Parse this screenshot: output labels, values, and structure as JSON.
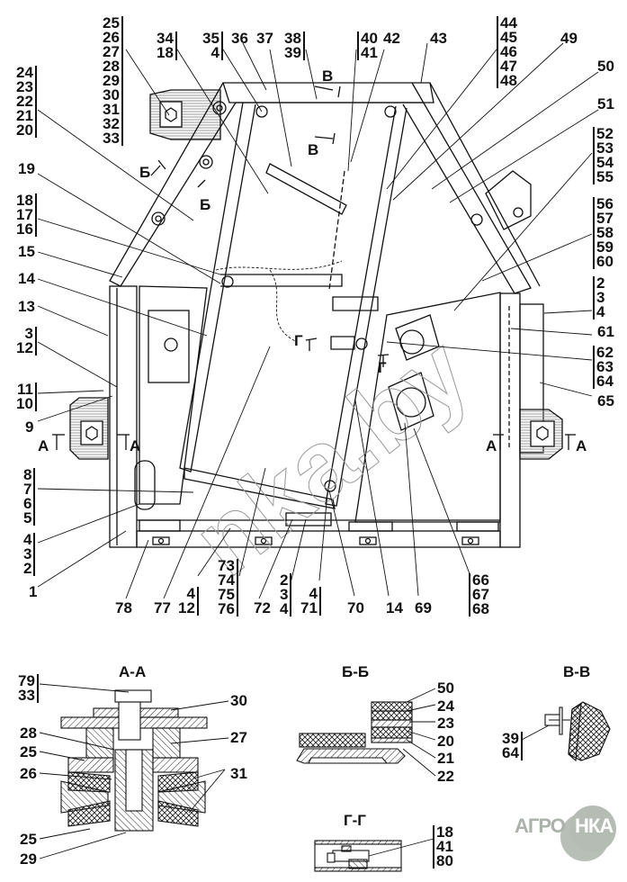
{
  "diagram": {
    "type": "exploded-parts-drawing",
    "subject": "cab frame assembly",
    "watermark": "nka.by",
    "logo": {
      "left": "АГРО",
      "right": "НКА"
    },
    "callouts": {
      "c_25_33": [
        "25",
        "26",
        "27",
        "28",
        "29",
        "30",
        "31",
        "32",
        "33"
      ],
      "c_24_20": [
        "24",
        "23",
        "22",
        "21",
        "20"
      ],
      "c_34_18": [
        "34",
        "18"
      ],
      "c_35_4": [
        "35",
        "4"
      ],
      "c_36": "36",
      "c_37": "37",
      "c_38_39": [
        "38",
        "39"
      ],
      "c_40_41": [
        "40",
        "41"
      ],
      "c_42": "42",
      "c_43": "43",
      "c_44_48": [
        "44",
        "45",
        "46",
        "47",
        "48"
      ],
      "c_49": "49",
      "c_50": "50",
      "c_51": "51",
      "c_52_55": [
        "52",
        "53",
        "54",
        "55"
      ],
      "c_56_60": [
        "56",
        "57",
        "58",
        "59",
        "60"
      ],
      "c_2_4r": [
        "2",
        "3",
        "4"
      ],
      "c_61": "61",
      "c_62_64": [
        "62",
        "63",
        "64"
      ],
      "c_65": "65",
      "c_19": "19",
      "c_18_16": [
        "18",
        "17",
        "16"
      ],
      "c_15": "15",
      "c_14l": "14",
      "c_13": "13",
      "c_3_12": [
        "3",
        "12"
      ],
      "c_11_10": [
        "11",
        "10"
      ],
      "c_9": "9",
      "c_8_5": [
        "8",
        "7",
        "6",
        "5"
      ],
      "c_4_2": [
        "4",
        "3",
        "2"
      ],
      "c_1": "1",
      "c_78": "78",
      "c_77": "77",
      "c_4_12": [
        "4",
        "12"
      ],
      "c_73_76": [
        "73",
        "74",
        "75",
        "76"
      ],
      "c_72": "72",
      "c_2_4b": [
        "2",
        "3",
        "4"
      ],
      "c_4_71": [
        "4",
        "71"
      ],
      "c_70": "70",
      "c_14b": "14",
      "c_69": "69",
      "c_66_68": [
        "66",
        "67",
        "68"
      ]
    },
    "section_marks": {
      "A": "А",
      "B_cyr": "Б",
      "V": "В",
      "G": "Г"
    },
    "sections": [
      {
        "id": "aa",
        "title": "А-А",
        "callouts": {
          "stack": [
            "79",
            "33"
          ],
          "c30": "30",
          "c28": "28",
          "c27": "27",
          "c25a": "25",
          "c26": "26",
          "c31": "31",
          "c25b": "25",
          "c29": "29"
        }
      },
      {
        "id": "bb",
        "title": "Б-Б",
        "callouts": [
          "50",
          "24",
          "23",
          "20",
          "21",
          "22"
        ]
      },
      {
        "id": "vv",
        "title": "В-В",
        "callouts": {
          "stack": [
            "39",
            "64"
          ]
        }
      },
      {
        "id": "gg",
        "title": "Г-Г",
        "callouts": {
          "stack": [
            "18",
            "41",
            "80"
          ]
        }
      }
    ]
  }
}
